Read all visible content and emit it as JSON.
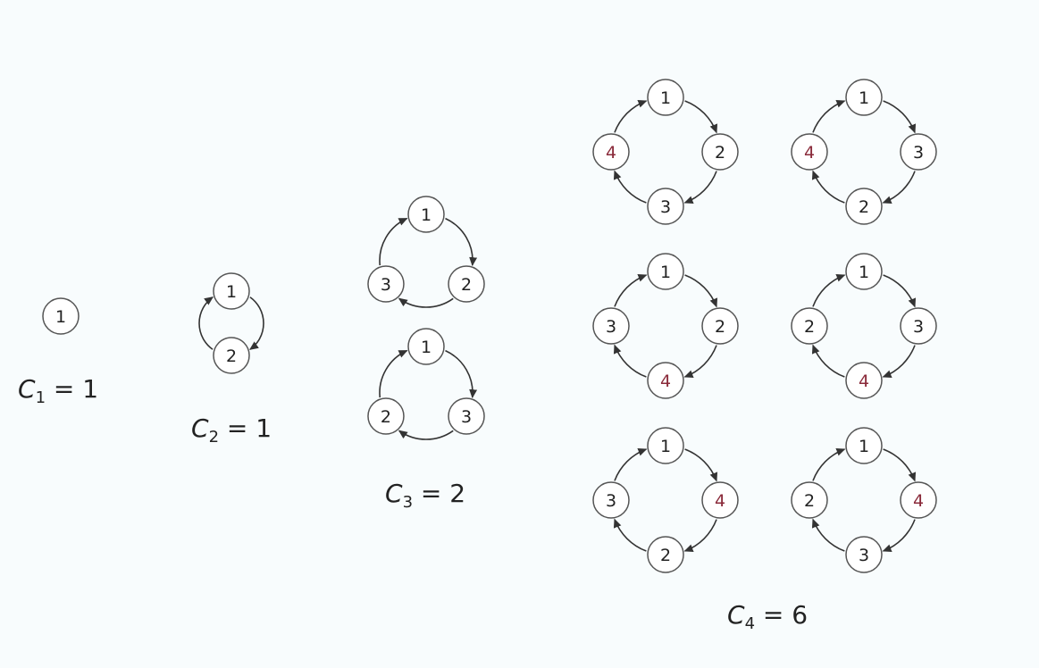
{
  "highlight_color": "#8a2a3a",
  "groups": [
    {
      "id": "c1",
      "caption": {
        "letter": "C",
        "sub": "1",
        "rest": " = 1"
      },
      "cycles": [
        [
          "1"
        ]
      ]
    },
    {
      "id": "c2",
      "caption": {
        "letter": "C",
        "sub": "2",
        "rest": " = 1"
      },
      "cycles": [
        [
          "1",
          "2"
        ]
      ]
    },
    {
      "id": "c3",
      "caption": {
        "letter": "C",
        "sub": "3",
        "rest": " = 2"
      },
      "cycles": [
        [
          "1",
          "2",
          "3"
        ],
        [
          "1",
          "3",
          "2"
        ]
      ]
    },
    {
      "id": "c4",
      "caption": {
        "letter": "C",
        "sub": "4",
        "rest": " = 6"
      },
      "highlight_label": "4",
      "cycles": [
        [
          "1",
          "2",
          "3",
          "4"
        ],
        [
          "1",
          "3",
          "2",
          "4"
        ],
        [
          "1",
          "2",
          "4",
          "3"
        ],
        [
          "1",
          "3",
          "4",
          "2"
        ],
        [
          "1",
          "4",
          "2",
          "3"
        ],
        [
          "1",
          "4",
          "3",
          "2"
        ]
      ]
    }
  ]
}
